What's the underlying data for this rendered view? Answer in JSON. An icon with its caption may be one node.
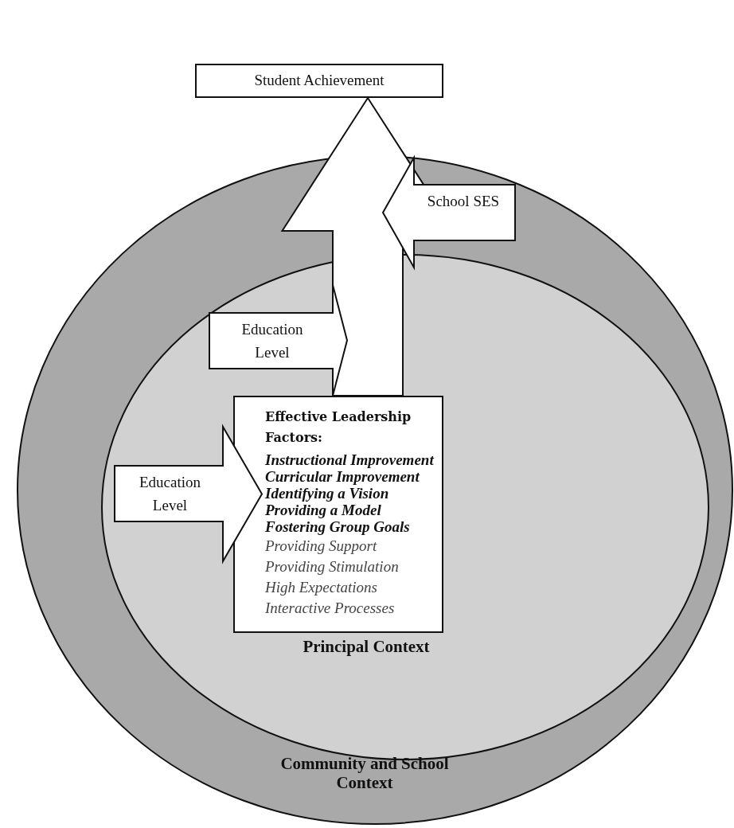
{
  "diagram": {
    "nodes": [
      {
        "text": [
          "Community and School Context"
        ]
      },
      {
        "text": [
          "Principal Context"
        ],
        "in": 0
      },
      {
        "text": [
          "Effective Leadership Factors:",
          "Instructional Improvement",
          "Curricular Improvement",
          "Identifying a Vision",
          "Providing a Model",
          "Fostering Group Goals",
          "Providing Support",
          "Providing Stimulation",
          "High Expectations",
          "Interactive Processes"
        ],
        "in": 1
      },
      {
        "text": [
          "Student Achievement"
        ]
      },
      {
        "text": [
          "School SES"
        ],
        "in": 0
      },
      {
        "text": [
          "Education Level"
        ],
        "in": 1
      },
      {
        "text": [
          "Education Level"
        ],
        "in": 1
      }
    ],
    "edges": [
      {
        "from": 2,
        "to": 3,
        "arrow": "to",
        "style": "thick"
      }
    ]
  }
}
